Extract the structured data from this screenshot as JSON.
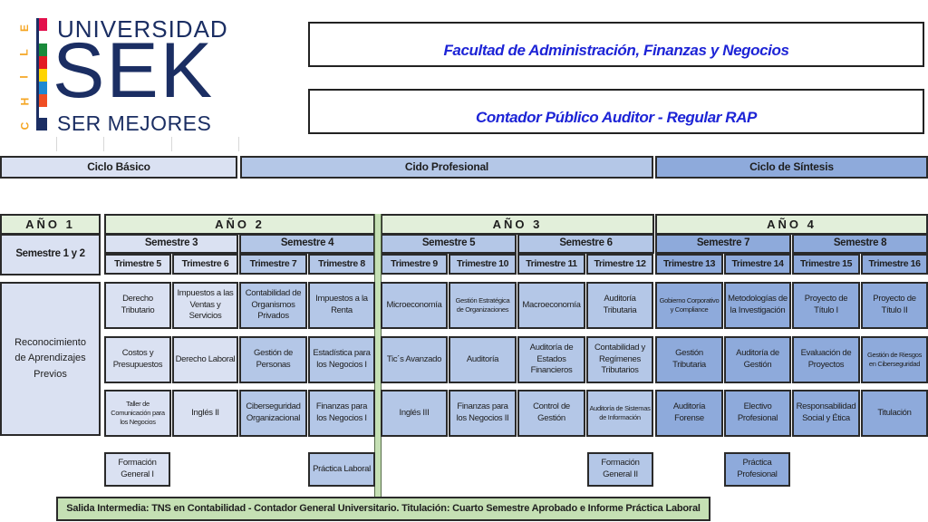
{
  "logo": {
    "line1": "UNIVERSIDAD",
    "line2": "SEK",
    "line3": "SER MEJORES",
    "country": "CHILE",
    "stripe_colors": [
      "#e3104c",
      "#ffffff",
      "#1a8a3a",
      "#e31b23",
      "#ffd400",
      "#1e88d2",
      "#f04e23",
      "#ffffff",
      "#1b2e63"
    ]
  },
  "header": {
    "faculty": "Facultad de Administración, Finanzas y Negocios",
    "program": "Contador Público Auditor - Regular RAP"
  },
  "cycles": [
    {
      "label": "Ciclo Básico"
    },
    {
      "label": "Cido Profesional"
    },
    {
      "label": "Ciclo de Síntesis"
    }
  ],
  "years": [
    {
      "label": "AÑO 1"
    },
    {
      "label": "AÑO 2"
    },
    {
      "label": "AÑO 3"
    },
    {
      "label": "AÑO 4"
    }
  ],
  "semesters": [
    {
      "label": "Semestre 1 y 2"
    },
    {
      "label": "Semestre 3"
    },
    {
      "label": "Semestre 4"
    },
    {
      "label": "Semestre 5"
    },
    {
      "label": "Semestre 6"
    },
    {
      "label": "Semestre 7"
    },
    {
      "label": "Semestre 8"
    }
  ],
  "trimesters": [
    {
      "label": "Trimestre 5"
    },
    {
      "label": "Trimestre 6"
    },
    {
      "label": "Trimestre 7"
    },
    {
      "label": "Trimestre 8"
    },
    {
      "label": "Trimestre 9"
    },
    {
      "label": "Trimestre 10"
    },
    {
      "label": "Trimestre 11"
    },
    {
      "label": "Trimestre 12"
    },
    {
      "label": "Trimestre 13"
    },
    {
      "label": "Trimestre 14"
    },
    {
      "label": "Trimestre 15"
    },
    {
      "label": "Trimestre 16"
    }
  ],
  "rap": {
    "label": "Reconocimiento de Aprendizajes Previos"
  },
  "courses": {
    "row1": [
      "Derecho Tributario",
      "Impuestos a las Ventas y Servicios",
      "Contabilidad de Organismos Privados",
      "Impuestos a la Renta",
      "Microeconomía",
      "Gestión Estratégica de Organizaciones",
      "Macroeconomía",
      "Auditoría Tributaria",
      "Gobierno Corporativo y Compliance",
      "Metodologías de la Investigación",
      "Proyecto de Título I",
      "Proyecto de Título II"
    ],
    "row2": [
      "Costos y Presupuestos",
      "Derecho Laboral",
      "Gestión de Personas",
      "Estadística para los Negocios I",
      "Tic´s Avanzado",
      "Auditoría",
      "Auditoría de Estados Financieros",
      "Contabilidad y Regímenes Tributarios",
      "Gestión Tributaria",
      "Auditoría de Gestión",
      "Evaluación de Proyectos",
      "Gestión de Riesgos en Ciberseguridad"
    ],
    "row3": [
      "Taller de Comunicación para los Negocios",
      "Inglés II",
      "Ciberseguridad Organizacional",
      "Finanzas para los Negocios I",
      "Inglés III",
      "Finanzas para los Negocios II",
      "Control de Gestión",
      "Auditoría de Sistemas de Información",
      "Auditoría Forense",
      "Electivo Profesional",
      "Responsabilidad Social y Ética",
      "Titulación"
    ]
  },
  "extras": {
    "formacion_1": "Formación General I",
    "practica_laboral": "Práctica Laboral",
    "formacion_2": "Formación General II",
    "practica_profesional": "Práctica Profesional"
  },
  "footer": {
    "note": "Salida Intermedia: TNS en Contabilidad - Contador General Universitario. Titulación: Cuarto Semestre Aprobado e Informe Práctica Laboral"
  },
  "colors": {
    "basic": "#dae1f2",
    "professional": "#b4c7e7",
    "synthesis": "#8eaadb",
    "year_header": "#e2efda",
    "green_accent": "#c5e0b4",
    "title_text": "#1d24d6"
  }
}
